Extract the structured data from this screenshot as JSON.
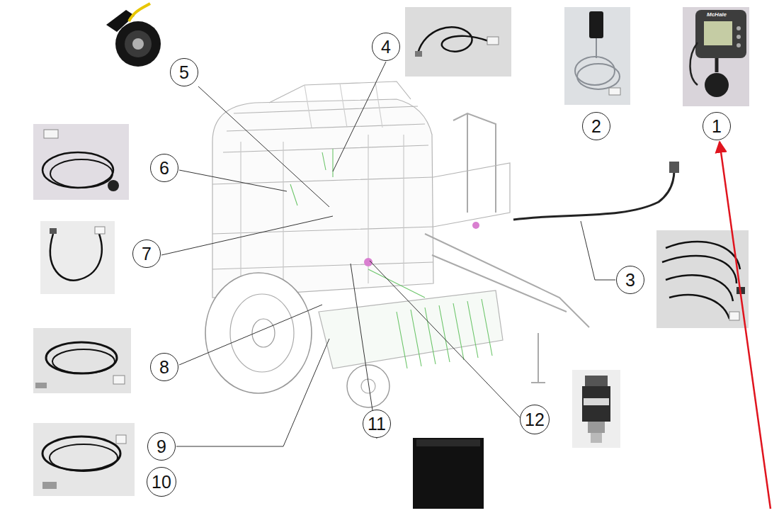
{
  "diagram": {
    "nodes": [
      {
        "text": [
          "1"
        ]
      },
      {
        "text": [
          "2"
        ]
      },
      {
        "text": [
          "3"
        ]
      },
      {
        "text": [
          "4"
        ]
      },
      {
        "text": [
          "5"
        ]
      },
      {
        "text": [
          "6"
        ]
      },
      {
        "text": [
          "7"
        ]
      },
      {
        "text": [
          "8"
        ]
      },
      {
        "text": [
          "9"
        ]
      },
      {
        "text": [
          "10"
        ]
      },
      {
        "text": [
          "11"
        ]
      },
      {
        "text": [
          "12"
        ]
      }
    ],
    "labels": [
      "McHale"
    ]
  }
}
